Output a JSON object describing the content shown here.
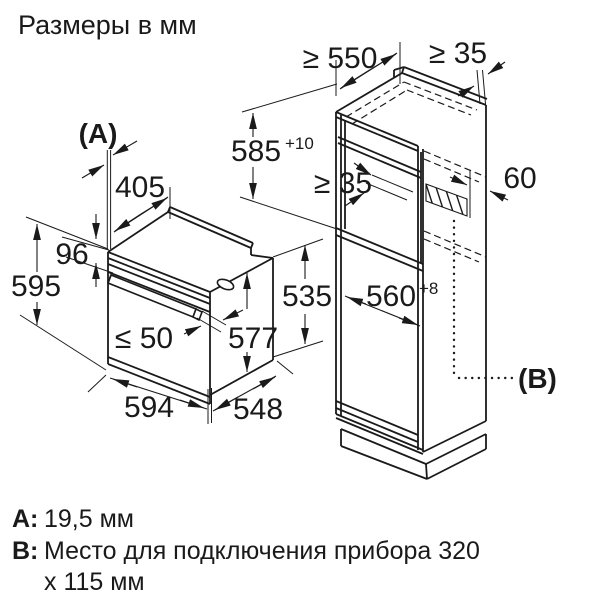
{
  "title": "Размеры в мм",
  "labels": {
    "a": "(A)",
    "b": "(B)"
  },
  "oven": {
    "top_depth": "405",
    "handle_top_offset": "96",
    "height": "595",
    "handle_protrusion": "≤ 50",
    "body_height": "577",
    "width": "594",
    "depth": "548",
    "side_height": "535"
  },
  "cabinet": {
    "depth_min": "≥ 550",
    "top_rear_gap": "≥ 35",
    "niche_rear_gap": "≥ 35",
    "duct_offset": "60",
    "niche_height": "585",
    "niche_height_tol": "+10",
    "niche_width": "560",
    "niche_width_tol": "+8"
  },
  "legend": {
    "a_key": "A:",
    "a_value": "19,5 мм",
    "b_key": "B:",
    "b_line1": "Место для подключения прибора 320",
    "b_line2": "х 115 мм"
  }
}
